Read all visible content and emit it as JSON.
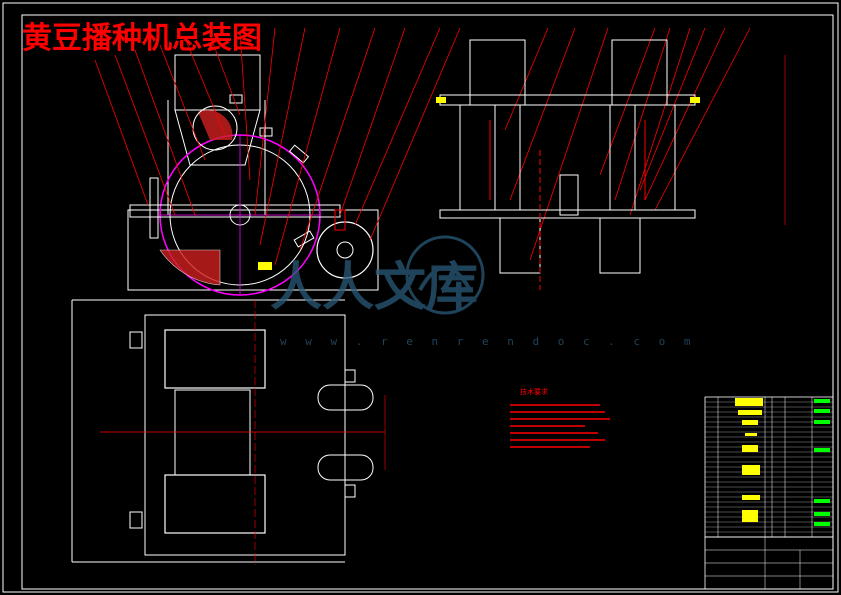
{
  "drawing_title": "黄豆播种机总装图",
  "watermark": {
    "brand_cn": "人人文库",
    "url": "w w w . r e n r e n d o c . c o m"
  },
  "notes_heading": "技术要求",
  "colors": {
    "background": "#000000",
    "frame_line": "#ffffff",
    "title": "#ff0000",
    "dimension": "#ff0000",
    "part": "#00ffff",
    "accent_magenta": "#ff00ff",
    "table_yellow": "#ffff00",
    "table_green": "#00ff00",
    "watermark": "#2a5a7a"
  },
  "icons": [
    "watermark-logo-icon"
  ]
}
